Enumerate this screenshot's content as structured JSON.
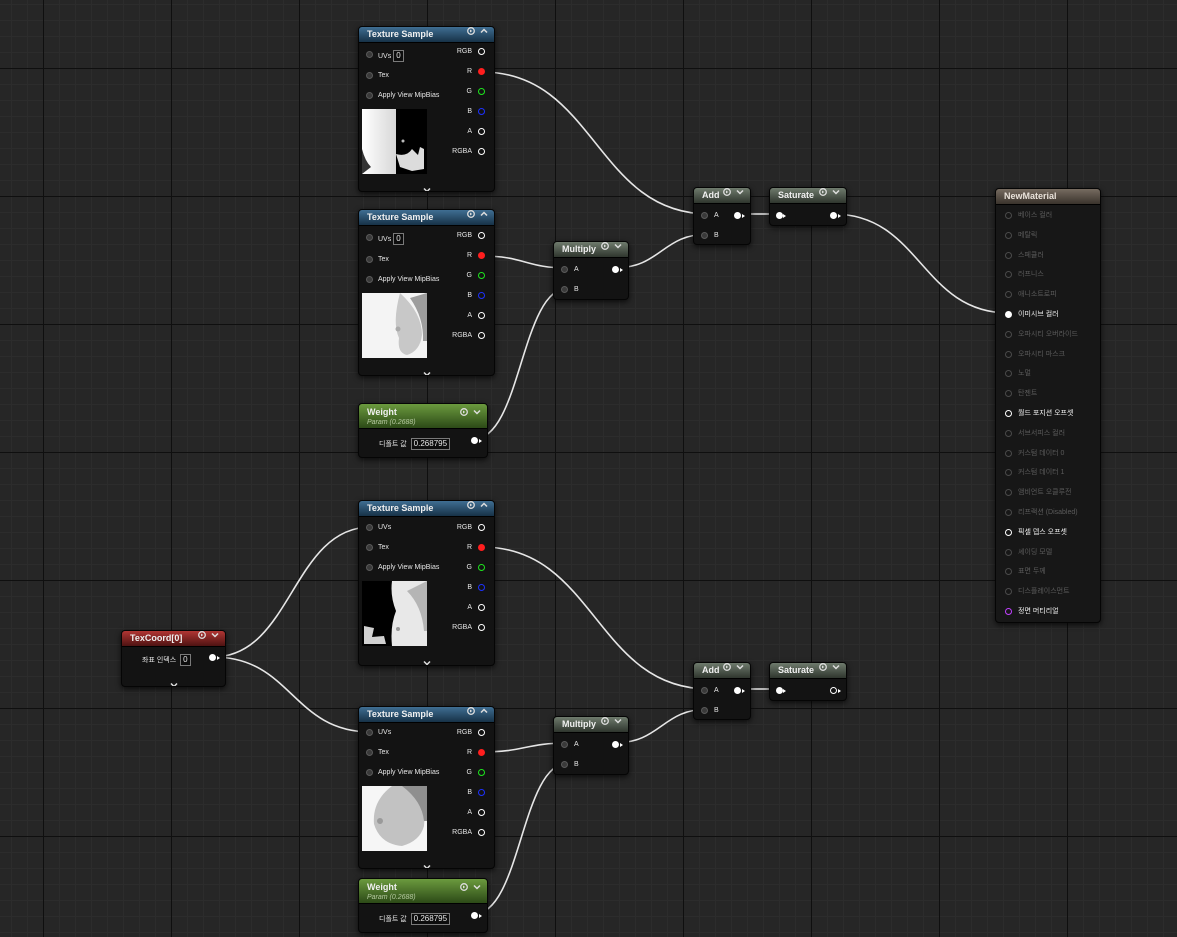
{
  "texture_nodes": [
    {
      "title": "Texture Sample",
      "uvs_label": "UVs",
      "uvs_value": "0",
      "tex_label": "Tex",
      "apply_label": "Apply View MipBias",
      "out_rgb": "RGB",
      "out_r": "R",
      "out_g": "G",
      "out_b": "B",
      "out_a": "A",
      "out_rgba": "RGBA"
    },
    {
      "title": "Texture Sample",
      "uvs_label": "UVs",
      "uvs_value": "0",
      "tex_label": "Tex",
      "apply_label": "Apply View MipBias",
      "out_rgb": "RGB",
      "out_r": "R",
      "out_g": "G",
      "out_b": "B",
      "out_a": "A",
      "out_rgba": "RGBA"
    },
    {
      "title": "Texture Sample",
      "uvs_label": "UVs",
      "tex_label": "Tex",
      "apply_label": "Apply View MipBias",
      "out_rgb": "RGB",
      "out_r": "R",
      "out_g": "G",
      "out_b": "B",
      "out_a": "A",
      "out_rgba": "RGBA"
    },
    {
      "title": "Texture Sample",
      "uvs_label": "UVs",
      "tex_label": "Tex",
      "apply_label": "Apply View MipBias",
      "out_rgb": "RGB",
      "out_r": "R",
      "out_g": "G",
      "out_b": "B",
      "out_a": "A",
      "out_rgba": "RGBA"
    }
  ],
  "weight_nodes": [
    {
      "title": "Weight",
      "subtitle": "Param (0.2688)",
      "default_label": "디폴트 값",
      "default_value": "0.268795"
    },
    {
      "title": "Weight",
      "subtitle": "Param (0.2688)",
      "default_label": "디폴트 값",
      "default_value": "0.268795"
    }
  ],
  "multiply_nodes": [
    {
      "title": "Multiply",
      "in_a": "A",
      "in_b": "B"
    },
    {
      "title": "Multiply",
      "in_a": "A",
      "in_b": "B"
    }
  ],
  "add_nodes": [
    {
      "title": "Add",
      "in_a": "A",
      "in_b": "B"
    },
    {
      "title": "Add",
      "in_a": "A",
      "in_b": "B"
    }
  ],
  "saturate_nodes": [
    {
      "title": "Saturate"
    },
    {
      "title": "Saturate"
    }
  ],
  "texcoord_node": {
    "title": "TexCoord[0]",
    "index_label": "좌표 인덱스",
    "index_value": "0"
  },
  "material_node": {
    "title": "NewMaterial",
    "inputs": [
      {
        "label": "베이스 컬러",
        "active": false
      },
      {
        "label": "메탈릭",
        "active": false
      },
      {
        "label": "스페큘러",
        "active": false
      },
      {
        "label": "러프니스",
        "active": false
      },
      {
        "label": "애니소트로피",
        "active": false
      },
      {
        "label": "이미시브 컬러",
        "active": true
      },
      {
        "label": "오파시티 오버라이드",
        "active": false
      },
      {
        "label": "오파시티 마스크",
        "active": false
      },
      {
        "label": "노멀",
        "active": false
      },
      {
        "label": "탄젠트",
        "active": false
      },
      {
        "label": "월드 포지션 오프셋",
        "active": true
      },
      {
        "label": "서브서피스 컬러",
        "active": false
      },
      {
        "label": "커스텀 데이터 0",
        "active": false
      },
      {
        "label": "커스텀 데이터 1",
        "active": false
      },
      {
        "label": "앰비언트 오클루전",
        "active": false
      },
      {
        "label": "리프랙션 (Disabled)",
        "active": false
      },
      {
        "label": "픽셀 뎁스 오프셋",
        "active": true
      },
      {
        "label": "셰이딩 모델",
        "active": false
      },
      {
        "label": "표면 두께",
        "active": false
      },
      {
        "label": "디스플레이스먼트",
        "active": false
      },
      {
        "label": "정면 머티리얼",
        "active": true
      }
    ]
  },
  "colors": {
    "wire": "#e6e6e6",
    "pin_r": "#ff1e1e",
    "pin_g": "#1ee61e",
    "pin_b": "#1e32ff",
    "front_material_pin": "#c040ff"
  },
  "icons": {
    "preview_toggle": "circle-arrow-icon",
    "collapse": "chevron-up-icon",
    "expand": "chevron-down-icon"
  }
}
